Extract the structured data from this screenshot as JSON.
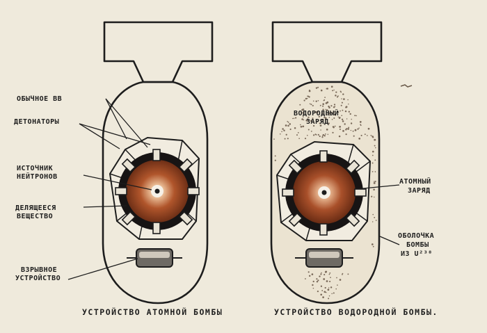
{
  "atomic": {
    "labels": {
      "conventional_explosive": "ОБЫЧНОЕ ВВ",
      "detonators": "ДЕТОНАТОРЫ",
      "neutron_source_1": "ИСТОЧНИК",
      "neutron_source_2": "НЕЙТРОНОВ",
      "fissile_material_1": "ДЕЛЯЩЕЕСЯ",
      "fissile_material_2": "ВЕЩЕСТВО",
      "explosive_device_1": "ВЗРЫВНОЕ",
      "explosive_device_2": "УСТРОЙСТВО"
    },
    "caption": "УСТРОЙСТВО АТОМНОЙ БОМБЫ"
  },
  "hydrogen": {
    "labels": {
      "hydrogen_charge_1": "ВОДОРОДНЫЙ",
      "hydrogen_charge_2": "ЗАРЯД",
      "atomic_charge_1": "АТОМНЫЙ",
      "atomic_charge_2": "ЗАРЯД",
      "casing_1": "ОБОЛОЧКА",
      "casing_2": "БОМБЫ",
      "casing_3": "ИЗ U²³⁸"
    },
    "caption": "УСТРОЙСТВО ВОДОРОДНОЙ БОМБЫ."
  },
  "colors": {
    "paper": "#efeadc",
    "ink": "#1d1d1d",
    "core_orange": "#b0552b",
    "core_dark": "#6e2f16",
    "dot_fill": "#7a6a5a"
  }
}
